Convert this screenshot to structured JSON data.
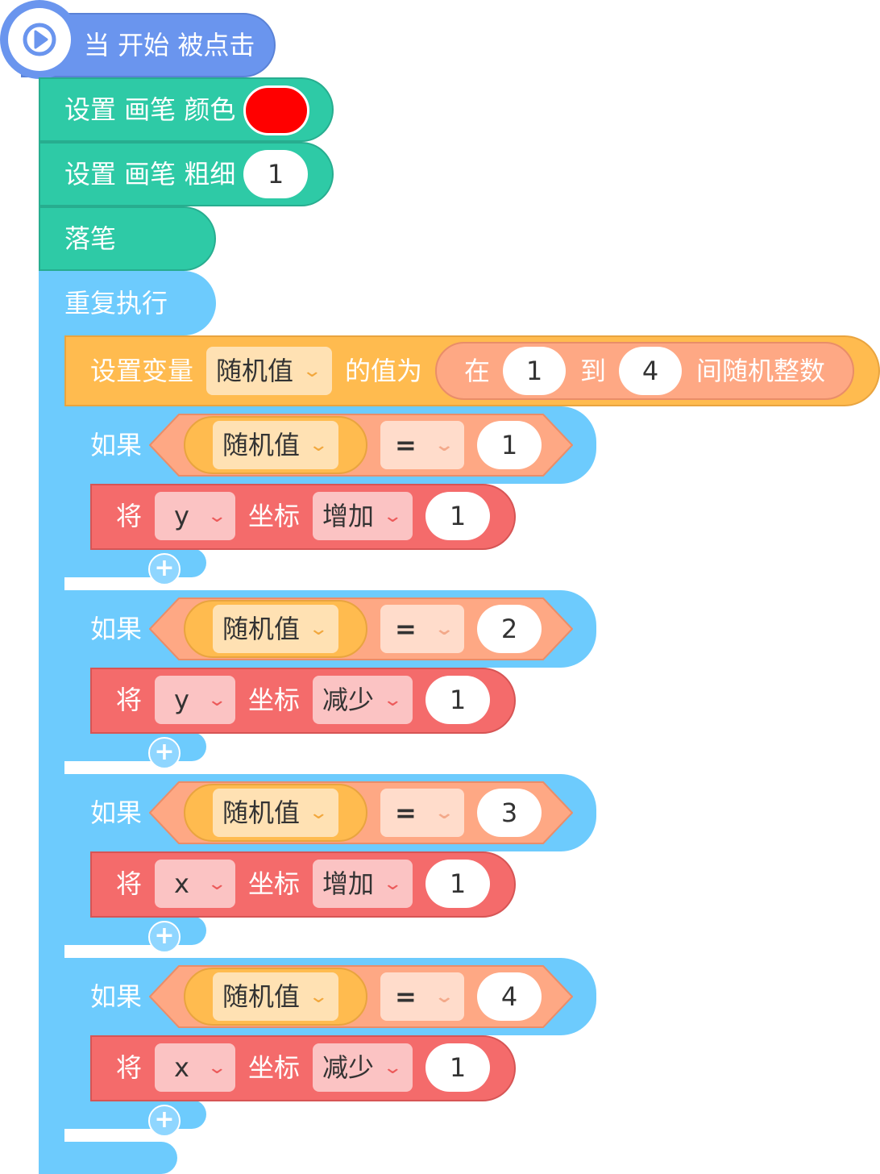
{
  "hat": {
    "label": "当 开始 被点击",
    "icon": "play-icon"
  },
  "pen_color": {
    "label": "设置 画笔 颜色",
    "color": "#ff0000"
  },
  "pen_size": {
    "label": "设置 画笔 粗细",
    "value": "1"
  },
  "pen_down": {
    "label": "落笔"
  },
  "repeat": {
    "label": "重复执行"
  },
  "set_var": {
    "label": "设置变量",
    "variable": "随机值",
    "mid_label": "的值为",
    "random": {
      "prefix": "在",
      "from": "1",
      "to_label": "到",
      "to": "4",
      "suffix": "间随机整数"
    }
  },
  "if_blocks": [
    {
      "if_label": "如果",
      "var": "随机值",
      "op": "=",
      "value": "1",
      "action": {
        "prefix": "将",
        "axis": "y",
        "coord_label": "坐标",
        "op": "增加",
        "amount": "1"
      }
    },
    {
      "if_label": "如果",
      "var": "随机值",
      "op": "=",
      "value": "2",
      "action": {
        "prefix": "将",
        "axis": "y",
        "coord_label": "坐标",
        "op": "减少",
        "amount": "1"
      }
    },
    {
      "if_label": "如果",
      "var": "随机值",
      "op": "=",
      "value": "3",
      "action": {
        "prefix": "将",
        "axis": "x",
        "coord_label": "坐标",
        "op": "增加",
        "amount": "1"
      }
    },
    {
      "if_label": "如果",
      "var": "随机值",
      "op": "=",
      "value": "4",
      "action": {
        "prefix": "将",
        "axis": "x",
        "coord_label": "坐标",
        "op": "减少",
        "amount": "1"
      }
    }
  ],
  "add_label": "+",
  "colors": {
    "event": "#6a95ee",
    "pen": "#2ecaa6",
    "control": "#6dcbfd",
    "variable": "#ffbb4f",
    "operator": "#fea884",
    "motion": "#f46b6b"
  }
}
